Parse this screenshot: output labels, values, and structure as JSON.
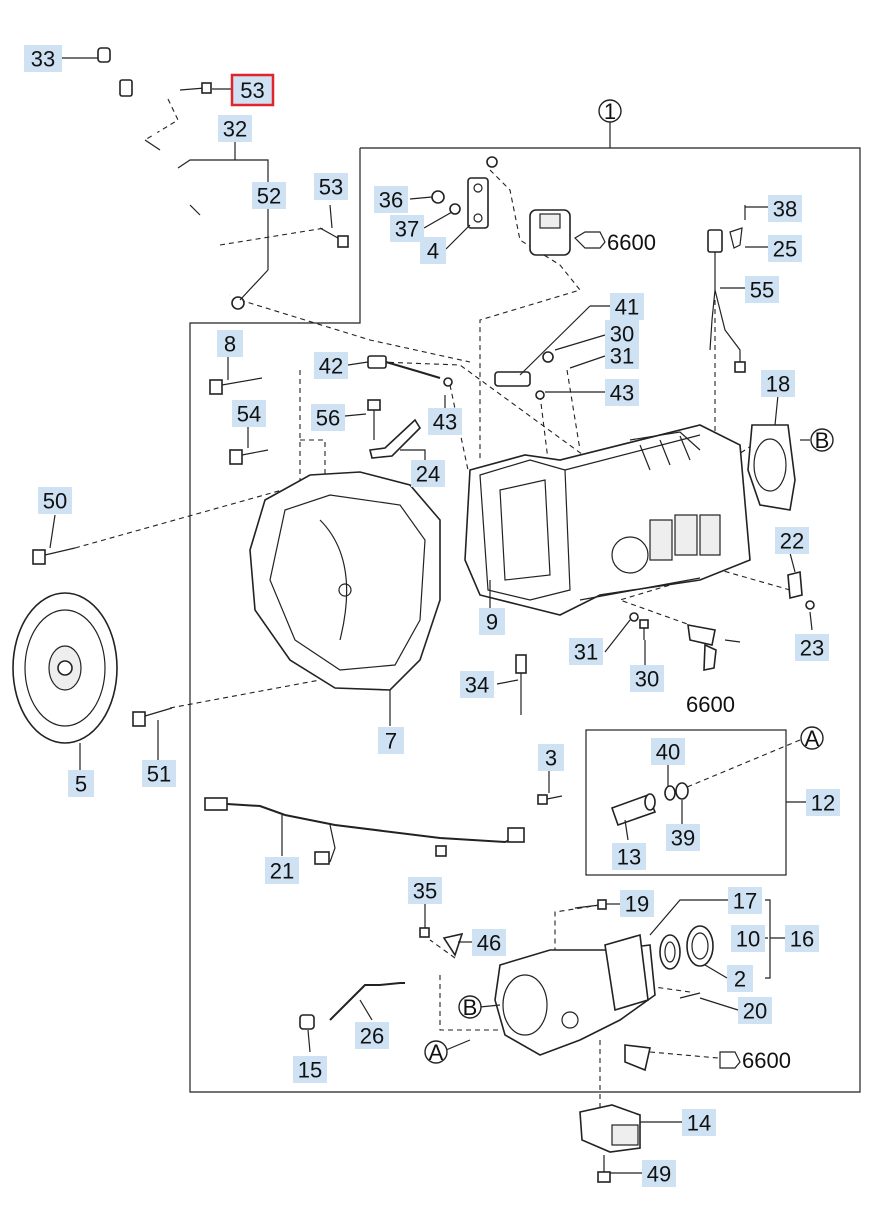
{
  "selected": "53",
  "circle_markers": [
    "1",
    "A",
    "B"
  ],
  "callouts": [
    {
      "id": "33",
      "text": "33"
    },
    {
      "id": "53a",
      "text": "53"
    },
    {
      "id": "32",
      "text": "32"
    },
    {
      "id": "52",
      "text": "52"
    },
    {
      "id": "53b",
      "text": "53"
    },
    {
      "id": "36",
      "text": "36"
    },
    {
      "id": "37",
      "text": "37"
    },
    {
      "id": "4",
      "text": "4"
    },
    {
      "id": "38",
      "text": "38"
    },
    {
      "id": "25",
      "text": "25"
    },
    {
      "id": "55",
      "text": "55"
    },
    {
      "id": "41",
      "text": "41"
    },
    {
      "id": "30a",
      "text": "30"
    },
    {
      "id": "31a",
      "text": "31"
    },
    {
      "id": "43a",
      "text": "43"
    },
    {
      "id": "8",
      "text": "8"
    },
    {
      "id": "42",
      "text": "42"
    },
    {
      "id": "54",
      "text": "54"
    },
    {
      "id": "56",
      "text": "56"
    },
    {
      "id": "43b",
      "text": "43"
    },
    {
      "id": "24",
      "text": "24"
    },
    {
      "id": "18",
      "text": "18"
    },
    {
      "id": "50",
      "text": "50"
    },
    {
      "id": "22",
      "text": "22"
    },
    {
      "id": "9",
      "text": "9"
    },
    {
      "id": "23",
      "text": "23"
    },
    {
      "id": "31b",
      "text": "31"
    },
    {
      "id": "30b",
      "text": "30"
    },
    {
      "id": "34",
      "text": "34"
    },
    {
      "id": "7",
      "text": "7"
    },
    {
      "id": "51",
      "text": "51"
    },
    {
      "id": "5",
      "text": "5"
    },
    {
      "id": "3",
      "text": "3"
    },
    {
      "id": "40",
      "text": "40"
    },
    {
      "id": "12",
      "text": "12"
    },
    {
      "id": "13",
      "text": "13"
    },
    {
      "id": "39",
      "text": "39"
    },
    {
      "id": "21",
      "text": "21"
    },
    {
      "id": "35",
      "text": "35"
    },
    {
      "id": "46",
      "text": "46"
    },
    {
      "id": "19",
      "text": "19"
    },
    {
      "id": "17",
      "text": "17"
    },
    {
      "id": "10",
      "text": "10"
    },
    {
      "id": "16",
      "text": "16"
    },
    {
      "id": "2",
      "text": "2"
    },
    {
      "id": "20",
      "text": "20"
    },
    {
      "id": "26",
      "text": "26"
    },
    {
      "id": "15",
      "text": "15"
    },
    {
      "id": "14",
      "text": "14"
    },
    {
      "id": "49",
      "text": "49"
    }
  ],
  "notes": [
    {
      "id": "6600a",
      "text": "6600"
    },
    {
      "id": "6600b",
      "text": "6600"
    },
    {
      "id": "6600c",
      "text": "6600"
    }
  ]
}
